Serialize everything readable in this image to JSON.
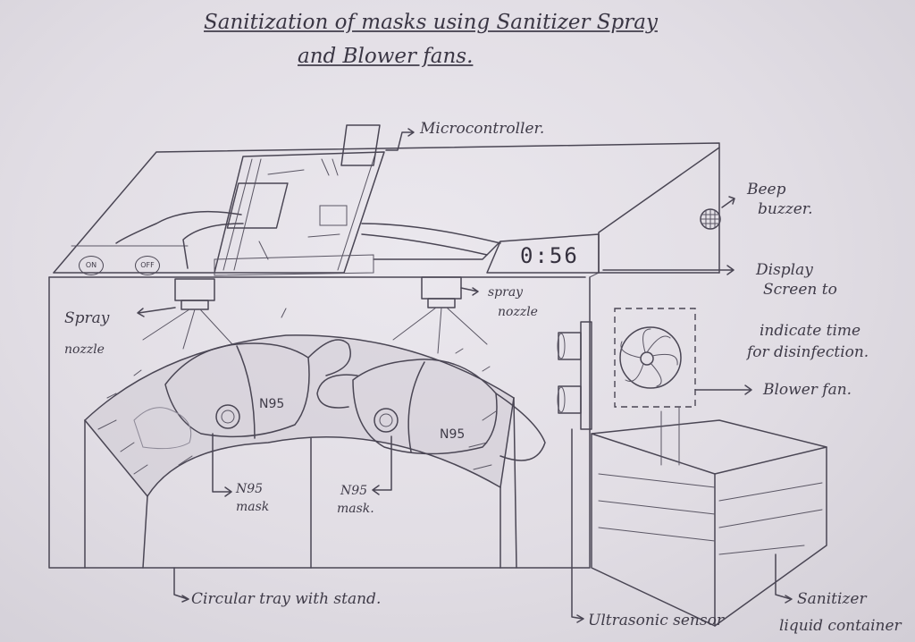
{
  "title": {
    "line1": "Sanitization of masks using Sanitizer Spray",
    "line2": "and Blower fans."
  },
  "labels": {
    "microcontroller": "Microcontroller.",
    "beep_buzzer_1": "Beep",
    "beep_buzzer_2": "buzzer.",
    "display_1": "Display",
    "display_2": "Screen to",
    "display_3": "indicate time",
    "display_4": "for disinfection.",
    "blower_fan": "Blower fan.",
    "spray_nozzle_left_1": "Spray",
    "spray_nozzle_left_2": "nozzle",
    "spray_nozzle_right_1": "spray",
    "spray_nozzle_right_2": "nozzle",
    "n95_left_1": "N95",
    "n95_left_2": "mask",
    "n95_right_1": "N95",
    "n95_right_2": "mask.",
    "tray": "Circular tray with stand.",
    "ultrasonic": "Ultrasonic sensor",
    "sanitizer_1": "Sanitizer",
    "sanitizer_2": "liquid container"
  },
  "switches": {
    "on": "ON",
    "off": "OFF"
  },
  "display_time": "0:56",
  "mask_text": {
    "left": "N95",
    "right": "N95"
  }
}
